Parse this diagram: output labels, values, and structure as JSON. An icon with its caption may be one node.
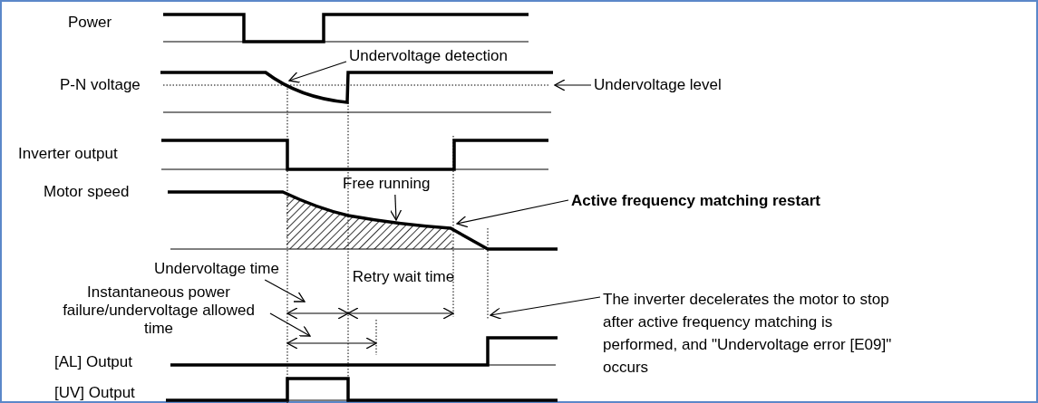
{
  "diagram": {
    "nodes": [
      {
        "text": [
          "Undervoltage detection"
        ]
      },
      {
        "text": [
          "Undervoltage level"
        ]
      },
      {
        "text": [
          "Free running"
        ]
      },
      {
        "text": [
          "Active frequency matching restart"
        ]
      },
      {
        "text": [
          "Undervoltage time"
        ]
      },
      {
        "text": [
          "Instantaneous power failure/undervoltage allowed time"
        ]
      },
      {
        "text": [
          "The inverter decelerates the motor to stop after active frequency matching is performed, and \"Undervoltage error [E09]\" occurs"
        ]
      },
      {
        "text": [],
        "shape": "line"
      }
    ],
    "edges": [
      {
        "from": 0,
        "to": null,
        "arrow": "to"
      },
      {
        "from": 1,
        "to": null,
        "arrow": "to"
      },
      {
        "from": 2,
        "to": 7,
        "arrow": "to"
      },
      {
        "from": 3,
        "to": 7,
        "arrow": "to"
      },
      {
        "from": 4,
        "to": null,
        "arrow": "to"
      },
      {
        "from": 5,
        "to": null,
        "arrow": "to"
      },
      {
        "from": 6,
        "to": null,
        "arrow": "to"
      }
    ],
    "labels": [
      "Power",
      "P-N voltage",
      "Inverter output",
      "Motor speed",
      "Retry wait time",
      "[AL] Output",
      "[UV] Output"
    ]
  }
}
